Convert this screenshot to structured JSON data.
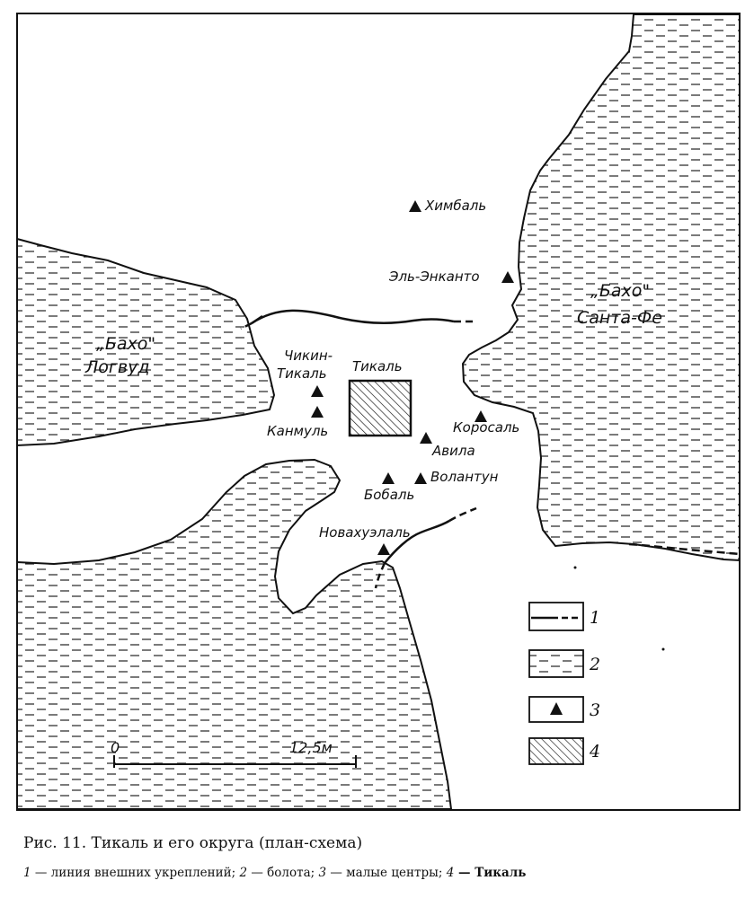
{
  "map": {
    "places": {
      "khimbal": "Химбаль",
      "el_enkanto": "Эль-Энканто",
      "chikin_tikal": [
        "Чикин-",
        "Тикаль"
      ],
      "tikal": "Тикаль",
      "kankmul": "Канмуль",
      "korosal": "Коросаль",
      "avila": "Авила",
      "bobal": "Бобаль",
      "volantun": "Волантун",
      "novakhuzalal": "Новахуэлаль"
    },
    "swamps": {
      "logwood": [
        "„Бахо\"",
        "Логвуд"
      ],
      "santa_fe": [
        "„Бахо\"",
        "Санта-Фе"
      ]
    },
    "scale": {
      "zero": "0",
      "max": "12,5м"
    },
    "legend": [
      {
        "num": "1",
        "symbol": "fortification-line"
      },
      {
        "num": "2",
        "symbol": "swamp-hatch"
      },
      {
        "num": "3",
        "symbol": "triangle"
      },
      {
        "num": "4",
        "symbol": "diagonal-hatch"
      }
    ]
  },
  "caption": {
    "title": "Рис. 11. Тикаль и его округа (план-схема)",
    "legend_items": [
      {
        "num": "1",
        "text": " — линия внешних укреплений; "
      },
      {
        "num": "2",
        "text": " — болота; "
      },
      {
        "num": "3",
        "text": " — малые центры; "
      },
      {
        "num": "4",
        "text": " — Тикаль"
      }
    ]
  }
}
